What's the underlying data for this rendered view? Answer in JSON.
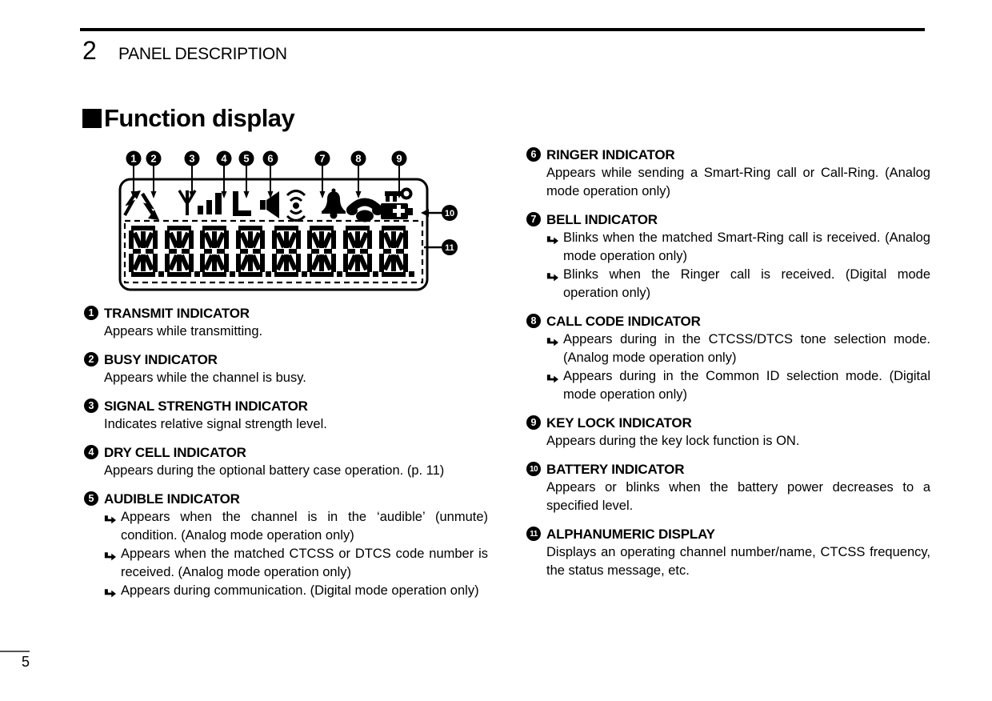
{
  "header": {
    "chapter_number": "2",
    "chapter_title": "PANEL DESCRIPTION"
  },
  "section": {
    "title": "Function display"
  },
  "figure": {
    "callouts": [
      "1",
      "2",
      "3",
      "4",
      "5",
      "6",
      "7",
      "8",
      "9"
    ],
    "callout10": "10",
    "callout11": "11",
    "icons": [
      "transmit-icon",
      "busy-icon",
      "signal-strength-icon",
      "dry-cell-icon",
      "audible-icon",
      "ringer-icon",
      "bell-icon",
      "call-code-icon",
      "key-lock-icon",
      "battery-icon",
      "alphanumeric-display"
    ]
  },
  "items_left": [
    {
      "number": "1",
      "title": "TRANSMIT INDICATOR",
      "content": [
        {
          "kind": "para",
          "text": "Appears while transmitting."
        }
      ]
    },
    {
      "number": "2",
      "title": "BUSY INDICATOR",
      "content": [
        {
          "kind": "para",
          "text": "Appears while the channel is busy."
        }
      ]
    },
    {
      "number": "3",
      "title": "SIGNAL STRENGTH INDICATOR",
      "content": [
        {
          "kind": "para",
          "text": "Indicates relative signal strength level."
        }
      ]
    },
    {
      "number": "4",
      "title": "DRY CELL INDICATOR",
      "content": [
        {
          "kind": "para",
          "text": "Appears during the optional battery case operation. (p. 11)"
        }
      ]
    },
    {
      "number": "5",
      "title": "AUDIBLE INDICATOR",
      "content": [
        {
          "kind": "bullet",
          "text": "Appears when the channel is in the ‘audible’ (unmute) condition. (Analog mode operation only)"
        },
        {
          "kind": "bullet",
          "text": "Appears when the matched CTCSS or DTCS code number is received. (Analog mode operation only)"
        },
        {
          "kind": "bullet",
          "text": "Appears during communication. (Digital mode operation only)"
        }
      ]
    }
  ],
  "items_right": [
    {
      "number": "6",
      "title": "RINGER INDICATOR",
      "content": [
        {
          "kind": "para",
          "text": "Appears while sending a Smart-Ring call or Call-Ring. (Analog mode operation only)"
        }
      ]
    },
    {
      "number": "7",
      "title": "BELL INDICATOR",
      "content": [
        {
          "kind": "bullet",
          "text": "Blinks when the matched Smart-Ring call is received. (Analog mode operation only)"
        },
        {
          "kind": "bullet",
          "text": "Blinks when the Ringer call is received. (Digital mode operation only)"
        }
      ]
    },
    {
      "number": "8",
      "title": "CALL CODE INDICATOR",
      "content": [
        {
          "kind": "bullet",
          "text": "Appears during in the CTCSS/DTCS tone selection mode. (Analog mode operation only)"
        },
        {
          "kind": "bullet",
          "text": "Appears during in the Common ID selection mode. (Digital mode operation only)"
        }
      ]
    },
    {
      "number": "9",
      "title": "KEY LOCK INDICATOR",
      "content": [
        {
          "kind": "para",
          "text": "Appears during the key lock function is ON."
        }
      ]
    },
    {
      "number": "10",
      "title": "BATTERY INDICATOR",
      "content": [
        {
          "kind": "para",
          "text": "Appears or blinks when the battery power decreases to a specified level."
        }
      ]
    },
    {
      "number": "11",
      "title": "ALPHANUMERIC DISPLAY",
      "content": [
        {
          "kind": "para",
          "text": "Displays an operating channel number/name, CTCSS frequency, the status message, etc."
        }
      ]
    }
  ],
  "footer": {
    "page_number": "5"
  },
  "colors": {
    "ink": "#000000",
    "paper": "#ffffff"
  }
}
